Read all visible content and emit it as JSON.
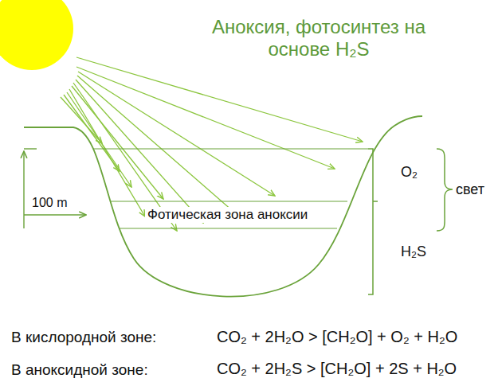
{
  "diagram": {
    "title": "Аноксия, фотосинтез на основе H₂S",
    "nodes": [
      {
        "text": [
          "Фотическая зона аноксии"
        ]
      }
    ],
    "labels": [
      "100 m",
      "O₂",
      "H₂S",
      "свет",
      "В кислородной зоне:",
      "CO₂ + 2H₂O > [CH₂O] + O₂ + H₂O",
      "В аноксидной зоне:",
      "CO₂ + 2H₂S > [CH₂O] + 2S + H₂O"
    ]
  }
}
